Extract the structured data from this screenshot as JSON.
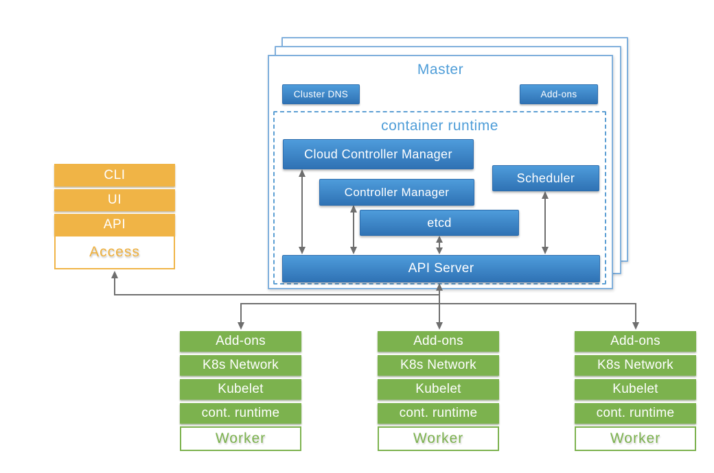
{
  "colors": {
    "component_blue_top": "#4e9cdb",
    "component_blue_bottom": "#2f72b4",
    "master_border_blue": "#7fafdc",
    "dashed_border_blue": "#5b9ed3",
    "title_blue": "#4e9dd8",
    "access_orange": "#f0b446",
    "worker_green": "#7cb24e",
    "arrow_gray": "#6e6e6e"
  },
  "master": {
    "title": "Master",
    "cluster_dns_label": "Cluster DNS",
    "addons_label": "Add-ons",
    "container_runtime": {
      "title": "container runtime",
      "cloud_controller_manager": "Cloud Controller Manager",
      "controller_manager": "Controller Manager",
      "scheduler": "Scheduler",
      "etcd": "etcd",
      "api_server": "API Server"
    }
  },
  "access_stack": {
    "items": [
      "CLI",
      "UI",
      "API"
    ],
    "label": "Access"
  },
  "workers": [
    {
      "rows": [
        "Add-ons",
        "K8s Network",
        "Kubelet",
        "cont. runtime"
      ],
      "label": "Worker"
    },
    {
      "rows": [
        "Add-ons",
        "K8s Network",
        "Kubelet",
        "cont. runtime"
      ],
      "label": "Worker"
    },
    {
      "rows": [
        "Add-ons",
        "K8s Network",
        "Kubelet",
        "cont. runtime"
      ],
      "label": "Worker"
    }
  ]
}
